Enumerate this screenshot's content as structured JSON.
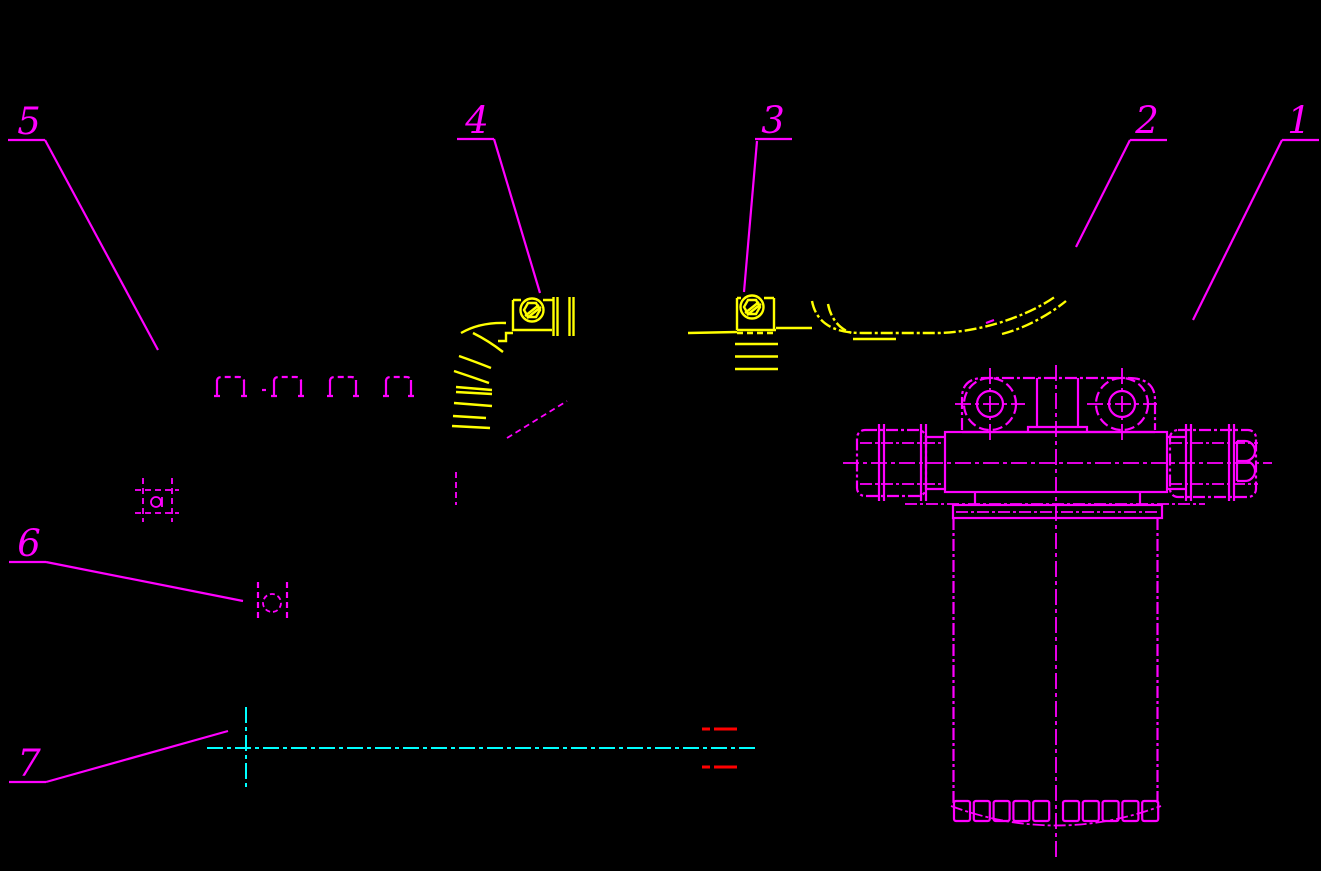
{
  "drawing": {
    "background": "#000000",
    "colors": {
      "part_magenta": "#ff00ff",
      "hose_yellow": "#ffff00",
      "centerline_cyan": "#00ffff",
      "highlight_red": "#ff0000"
    },
    "callouts": [
      {
        "label": "1"
      },
      {
        "label": "2"
      },
      {
        "label": "3"
      },
      {
        "label": "4"
      },
      {
        "label": "5"
      },
      {
        "label": "6"
      },
      {
        "label": "7"
      }
    ]
  }
}
